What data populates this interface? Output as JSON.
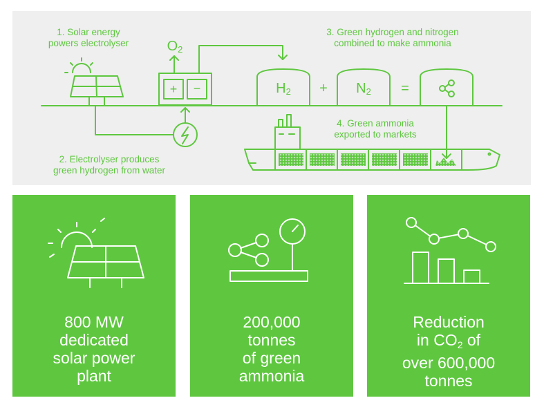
{
  "colors": {
    "accent": "#5ec73f",
    "panel_background": "#efefef",
    "card_text": "#ffffff"
  },
  "diagram": {
    "step1": [
      "1. Solar energy",
      "powers electrolyser"
    ],
    "step2": [
      "2. Electrolyser produces",
      "green hydrogen from water"
    ],
    "step3": [
      "3. Green hydrogen and nitrogen",
      "combined to make ammonia"
    ],
    "step4": [
      "4. Green ammonia",
      "exported to markets"
    ],
    "oxygen": {
      "symbol": "O",
      "subscript": "2"
    },
    "hydrogen": {
      "symbol": "H",
      "subscript": "2"
    },
    "nitrogen": {
      "symbol": "N",
      "subscript": "2"
    },
    "electrolyser_plus": "+",
    "electrolyser_minus": "−",
    "plus_operator": "+",
    "equals_operator": "=",
    "icons": [
      "sun-icon",
      "solar-panel-icon",
      "lightning-icon",
      "molecule-icon",
      "ship-icon",
      "factory-icon"
    ]
  },
  "cards": [
    {
      "icon": "solar-panel-icon",
      "lines": [
        "800 MW",
        "dedicated",
        "solar power",
        "plant"
      ]
    },
    {
      "icon": "molecule-gauge-icon",
      "lines": [
        "200,000",
        "tonnes",
        "of green",
        "ammonia"
      ]
    },
    {
      "icon": "reduction-chart-icon",
      "line1": "Reduction",
      "line2_prefix": "in CO",
      "line2_sub": "2",
      "line2_suffix": " of",
      "line3": "over 600,000",
      "line4": "tonnes"
    }
  ]
}
